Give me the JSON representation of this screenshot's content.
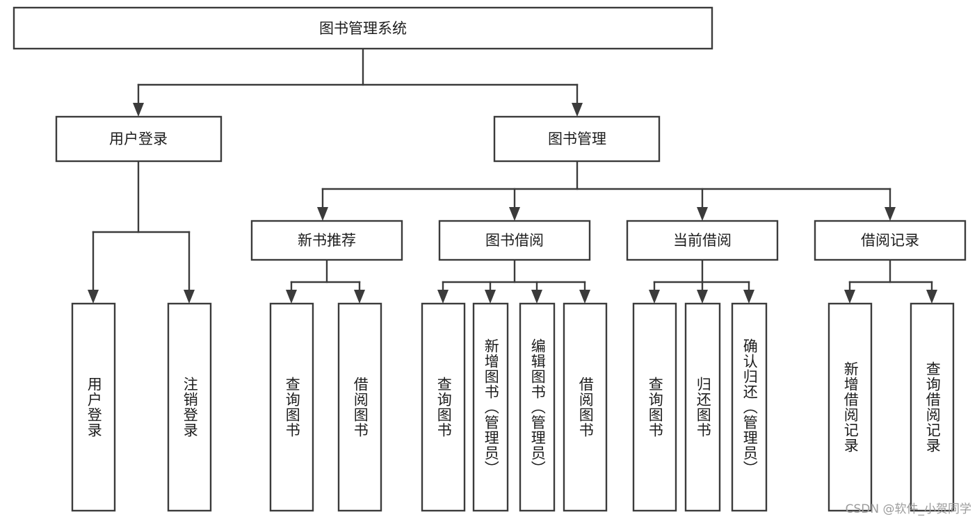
{
  "diagram": {
    "type": "tree",
    "title": "图书管理系统",
    "root": {
      "id": "root",
      "label": "图书管理系统",
      "orientation": "horizontal"
    },
    "level2": [
      {
        "id": "user-login",
        "label": "用户登录"
      },
      {
        "id": "book-manage",
        "label": "图书管理"
      }
    ],
    "level3": [
      {
        "id": "new-book-recommend",
        "label": "新书推荐",
        "parent": "book-manage"
      },
      {
        "id": "book-borrow",
        "label": "图书借阅",
        "parent": "book-manage"
      },
      {
        "id": "current-borrow",
        "label": "当前借阅",
        "parent": "book-manage"
      },
      {
        "id": "borrow-record",
        "label": "借阅记录",
        "parent": "book-manage"
      }
    ],
    "leaves": [
      {
        "id": "leaf-user-login",
        "label": "用户登录",
        "parent": "user-login"
      },
      {
        "id": "leaf-user-logout",
        "label": "注销登录",
        "parent": "user-login"
      },
      {
        "id": "leaf-query-book-1",
        "label": "查询图书",
        "parent": "new-book-recommend"
      },
      {
        "id": "leaf-borrow-book-1",
        "label": "借阅图书",
        "parent": "new-book-recommend"
      },
      {
        "id": "leaf-query-book-2",
        "label": "查询图书",
        "parent": "book-borrow"
      },
      {
        "id": "leaf-add-book",
        "label": "新增图书（管理员）",
        "parent": "book-borrow"
      },
      {
        "id": "leaf-edit-book",
        "label": "编辑图书（管理员）",
        "parent": "book-borrow"
      },
      {
        "id": "leaf-borrow-book-2",
        "label": "借阅图书",
        "parent": "book-borrow"
      },
      {
        "id": "leaf-query-book-3",
        "label": "查询图书",
        "parent": "current-borrow"
      },
      {
        "id": "leaf-return-book",
        "label": "归还图书",
        "parent": "current-borrow"
      },
      {
        "id": "leaf-confirm-return",
        "label": "确认归还（管理员）",
        "parent": "current-borrow"
      },
      {
        "id": "leaf-add-record",
        "label": "新增借阅记录",
        "parent": "borrow-record"
      },
      {
        "id": "leaf-query-record",
        "label": "查询借阅记录",
        "parent": "borrow-record"
      }
    ],
    "colors": {
      "stroke": "#3b3b3b",
      "fill": "#ffffff",
      "text": "#1c1c1c",
      "watermark": "#9c9c9c"
    }
  },
  "watermark": {
    "text": "CSDN @软件_小贺同学"
  }
}
